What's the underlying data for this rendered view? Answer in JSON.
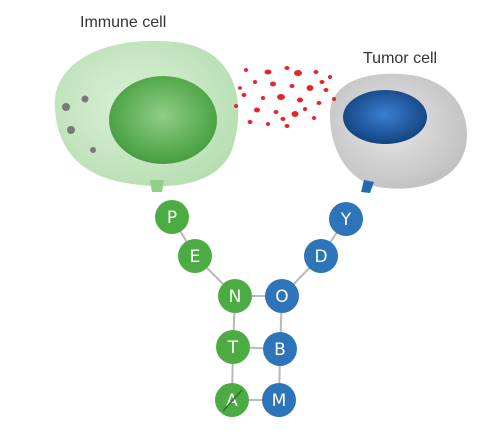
{
  "labels": {
    "immune_cell": "Immune cell",
    "tumor_cell": "Tumor cell"
  },
  "left_chain": [
    "P",
    "E",
    "N",
    "T",
    "A"
  ],
  "right_chain": [
    "Y",
    "D",
    "O",
    "B",
    "M"
  ],
  "colors": {
    "immune_membrane": "#c5e6c0",
    "immune_nucleus": "#5fae57",
    "tumor_membrane": "#cfcfcf",
    "tumor_nucleus": "#1e5a9e",
    "green_bead": "#4dab43",
    "blue_bead": "#2e74b8",
    "cytokine_dots": "#e3262b",
    "linker": "#b9b9b9"
  }
}
